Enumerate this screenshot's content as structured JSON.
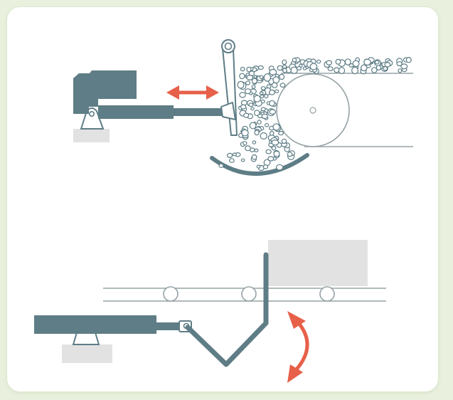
{
  "colors": {
    "background": "#e9f1de",
    "card": "#ffffff",
    "machine": "#5e7d86",
    "base": "#e2e2e2",
    "line": "#95a2a6",
    "arrow": "#e7604a",
    "particle": "#5e7d86"
  },
  "panels": [
    {
      "name": "top-panel",
      "subject": "cylinder-pushing-lever-against-material-on-drum"
    },
    {
      "name": "bottom-panel",
      "subject": "cylinder-driving-bent-lever-on-roller-conveyor"
    }
  ],
  "icons": {
    "linear_motion": "double-arrow-icon",
    "rotary_motion": "curved-double-arrow-icon"
  }
}
